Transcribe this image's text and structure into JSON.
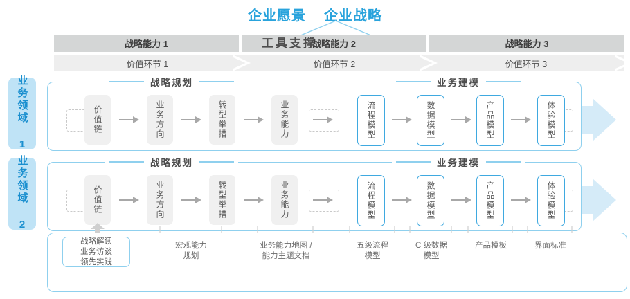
{
  "header": {
    "vision_label": "企业愿景",
    "strategy_label": "企业战略",
    "accent_color": "#29a3dc"
  },
  "capability_bands": [
    {
      "label": "战略能力 1"
    },
    {
      "label": "战略能力 2"
    },
    {
      "label": "战略能力 3"
    }
  ],
  "value_bands": [
    {
      "label": "价值环节 1"
    },
    {
      "label": "价值环节 2"
    },
    {
      "label": "价值环节 3"
    }
  ],
  "domains": [
    {
      "side_label": "业务领域 1",
      "sections": [
        {
          "title": "战略规划"
        },
        {
          "title": "业务建模"
        }
      ],
      "nodes": [
        {
          "label": "价值链",
          "style": "gray"
        },
        {
          "label": "业务方向",
          "style": "gray"
        },
        {
          "label": "转型举措",
          "style": "gray"
        },
        {
          "label": "业务能力",
          "style": "gray"
        },
        {
          "label": "流程模型",
          "style": "blue"
        },
        {
          "label": "数据模型",
          "style": "blue"
        },
        {
          "label": "产品模型",
          "style": "blue"
        },
        {
          "label": "体验模型",
          "style": "blue"
        }
      ]
    },
    {
      "side_label": "业务领域 2",
      "sections": [
        {
          "title": "战略规划"
        },
        {
          "title": "业务建模"
        }
      ],
      "nodes": [
        {
          "label": "价值链",
          "style": "gray"
        },
        {
          "label": "业务方向",
          "style": "gray"
        },
        {
          "label": "转型举措",
          "style": "gray"
        },
        {
          "label": "业务能力",
          "style": "gray"
        },
        {
          "label": "流程模型",
          "style": "blue"
        },
        {
          "label": "数据模型",
          "style": "blue"
        },
        {
          "label": "产品模型",
          "style": "blue"
        },
        {
          "label": "体验模型",
          "style": "blue"
        }
      ]
    }
  ],
  "tool_support": {
    "title": "工具支撑",
    "highlight_item": "战略解读\n业务访谈\n领先实践",
    "annotations": [
      {
        "label": "宏观能力\n规划"
      },
      {
        "label": "业务能力地图 /\n能力主题文档"
      },
      {
        "label": "五级流程\n模型"
      },
      {
        "label": "C 级数据\n模型"
      },
      {
        "label": "产品模板"
      },
      {
        "label": "界面标准"
      }
    ]
  },
  "colors": {
    "blue": "#29a3dc",
    "light_blue": "#bfe3f6",
    "band_gray": "#d4d6d6",
    "band_light": "#eeeeee",
    "node_gray": "#f0f0f0",
    "text_gray": "#5a5a5a"
  }
}
